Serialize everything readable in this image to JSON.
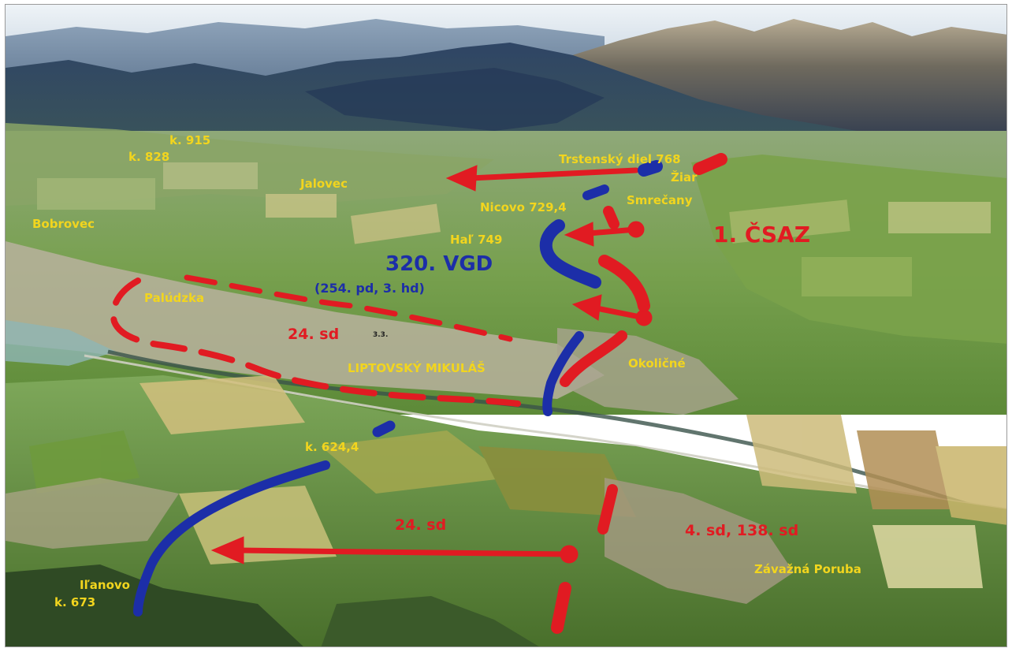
{
  "colors": {
    "place_label": "#f2d51e",
    "red_units": "#e11b22",
    "blue_units": "#1c2ea8",
    "sky": "#e3ecf2",
    "mountains": "#2d3f5e",
    "fields": "#6f9a45"
  },
  "places": {
    "k915": "k. 915",
    "k828": "k. 828",
    "jalovec": "Jalovec",
    "bobrovec": "Bobrovec",
    "trstensky": "Trstenský diel 768",
    "ziar": "Žiar",
    "smrecany": "Smrečany",
    "nicovo": "Nicovo 729,4",
    "hal": "Haľ 749",
    "palucnja": "Palúdzka",
    "liptovsky": "LIPTOVSKÝ MIKULÁŠ",
    "okolicne": "Okoličné",
    "k624": "k. 624,4",
    "ilanovo": "Iľanovo",
    "k673": "k. 673",
    "zavazna": "Závažná Poruba"
  },
  "units": {
    "csaz": "1. ČSAZ",
    "vgd": "320. VGD",
    "pd": "(254. pd, 3. hd)",
    "sd24_upper": "24. sd",
    "marker33": "3.3.",
    "sd24_lower": "24. sd",
    "sd_right": "4. sd, 138. sd"
  }
}
